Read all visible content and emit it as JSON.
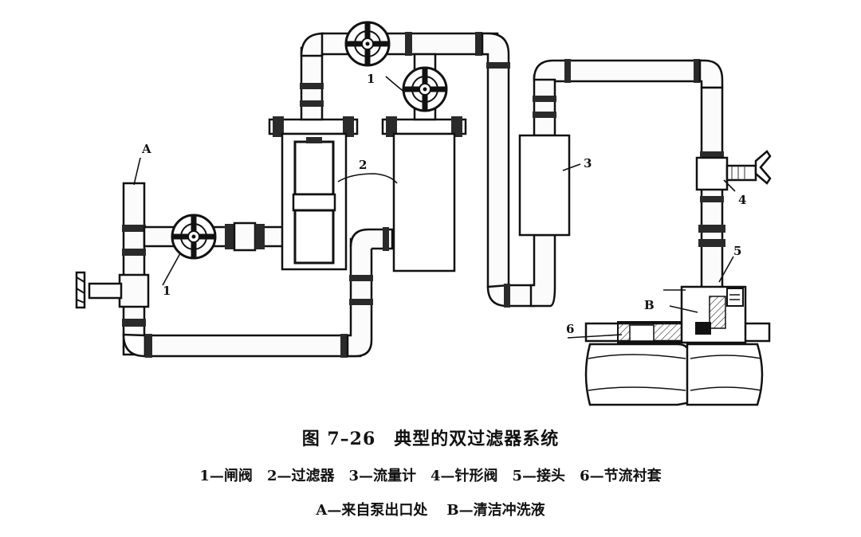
{
  "diagram": {
    "labels": {
      "A": "A",
      "B": "B",
      "n1a": "1",
      "n1b": "1",
      "n2": "2",
      "n3": "3",
      "n4": "4",
      "n5": "5",
      "n6": "6"
    }
  },
  "caption": {
    "title": "图 7–26　典型的双过滤器系统",
    "legend": [
      "1—闸阀",
      "2—过滤器",
      "3—流量计",
      "4—针形阀",
      "5—接头",
      "6—节流衬套"
    ],
    "notes": [
      "A—来自泵出口处",
      "B—清洁冲洗液"
    ]
  }
}
